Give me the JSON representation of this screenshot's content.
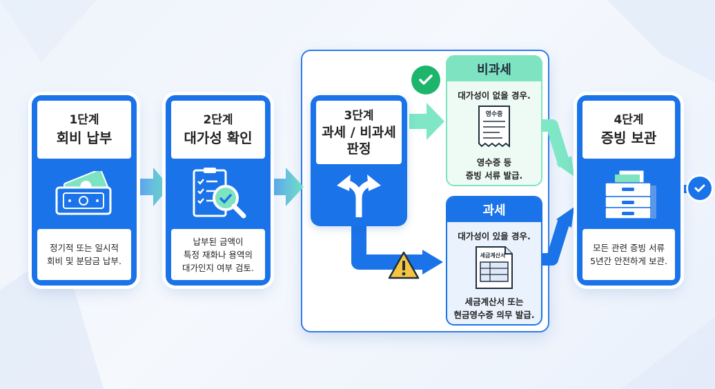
{
  "steps": [
    {
      "step": "1단계",
      "title": "회비 납부",
      "desc": [
        "정기적 또는 일시적",
        "회비 및 분담금 납부."
      ]
    },
    {
      "step": "2단계",
      "title": "대가성 확인",
      "desc": [
        "납부된 금액이",
        "특정 재화나 용역의",
        "대가인지 여부 검토."
      ]
    },
    {
      "step": "3단계",
      "title": "과세 / 비과세",
      "title2": "판정"
    },
    {
      "step": "4단계",
      "title": "증빙 보관",
      "desc": [
        "모든 관련 증빙 서류",
        "5년간 안전하게 보관."
      ]
    }
  ],
  "nontax": {
    "title": "비과세",
    "condition": "대가성이 없을 경우.",
    "doc_label": "영수증",
    "desc": [
      "영수증 등",
      "증빙 서류 발급."
    ]
  },
  "tax": {
    "title": "과세",
    "condition": "대가성이 있을 경우.",
    "doc_label": "세금계산서",
    "desc": [
      "세금계산서 또는",
      "현금영수증 의무 발급."
    ]
  },
  "colors": {
    "primary": "#1a73e8",
    "mint": "#7ee3c0",
    "mint_light": "#e6f9f0",
    "blue_light": "#e5f0fd",
    "warning": "#f5c542",
    "check": "#1db56b"
  }
}
